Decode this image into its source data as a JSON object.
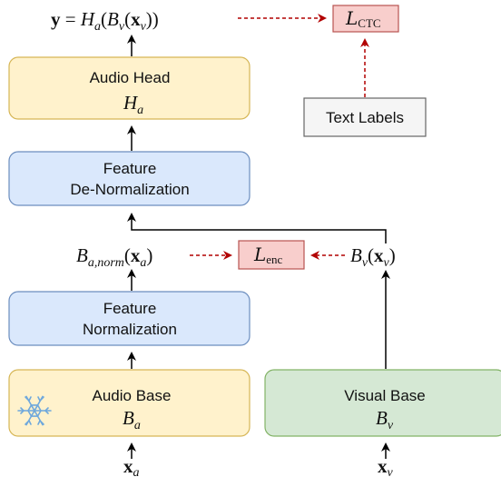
{
  "colors": {
    "yellow_fill": "#fff2cc",
    "yellow_stroke": "#d6b656",
    "blue_fill": "#dae8fc",
    "blue_stroke": "#6c8ebf",
    "green_fill": "#d5e8d4",
    "green_stroke": "#82b366",
    "red_fill": "#f8cecc",
    "red_stroke": "#b85450",
    "gray_fill": "#f5f5f5",
    "gray_stroke": "#666666",
    "dashed_arrow": "#b20000",
    "snowflake": "#6fa8dc"
  },
  "boxes": {
    "audio_head": {
      "title": "Audio Head",
      "symbol": "H",
      "symbol_sub": "a"
    },
    "feature_denorm": {
      "line1": "Feature",
      "line2": "De-Normalization"
    },
    "feature_norm": {
      "line1": "Feature",
      "line2": "Normalization"
    },
    "audio_base": {
      "title": "Audio Base",
      "symbol": "B",
      "symbol_sub": "a",
      "icon": "snowflake-icon"
    },
    "visual_base": {
      "title": "Visual Base",
      "symbol": "B",
      "symbol_sub": "v"
    },
    "text_labels": {
      "label": "Text Labels"
    },
    "loss_ctc": {
      "symbol": "L",
      "sub": "CTC"
    },
    "loss_enc": {
      "symbol": "L",
      "sub": "enc"
    }
  },
  "equations": {
    "output": {
      "lhs": "y",
      "eq": " = ",
      "H": "H",
      "H_sub": "a",
      "open1": "(",
      "B": "B",
      "B_sub": "v",
      "open2": "(",
      "x": "x",
      "x_sub": "v",
      "close": "))"
    },
    "b_norm": {
      "B": "B",
      "sub": "a,norm",
      "open": "(",
      "x": "x",
      "x_sub": "a",
      "close": ")"
    },
    "b_v": {
      "B": "B",
      "sub": "v",
      "open": "(",
      "x": "x",
      "x_sub": "v",
      "close": ")"
    },
    "input_a": {
      "x": "x",
      "sub": "a"
    },
    "input_v": {
      "x": "x",
      "sub": "v"
    }
  }
}
